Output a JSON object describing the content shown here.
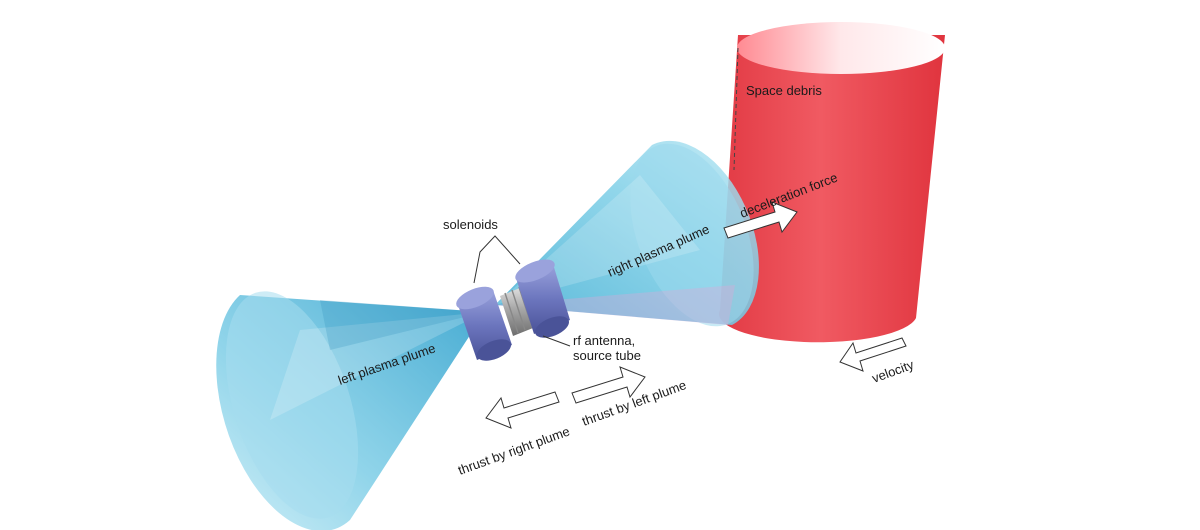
{
  "labels": {
    "space_debris": "Space debris",
    "deceleration_force": "deceleration force",
    "solenoids": "solenoids",
    "right_plasma_plume": "right plasma plume",
    "left_plasma_plume": "left plasma plume",
    "rf_antenna_line1": "rf antenna,",
    "rf_antenna_line2": "source tube",
    "thrust_by_left_plume": "thrust by left plume",
    "thrust_by_right_plume": "thrust by right plume",
    "velocity": "velocity"
  },
  "colors": {
    "debris": "#e8434c",
    "plume": "#6cc6e0",
    "solenoid": "#7c86c8",
    "antenna": "#b8b8b8"
  }
}
